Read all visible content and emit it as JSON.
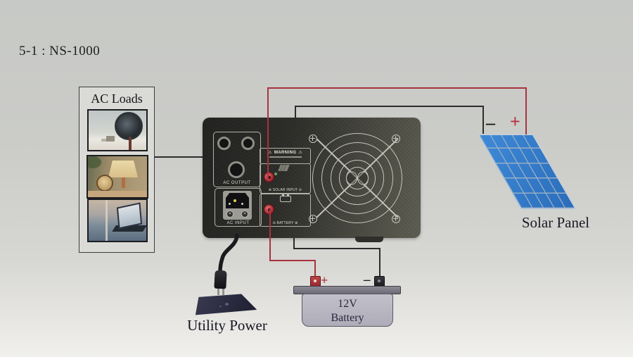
{
  "page": {
    "title": "5-1 : NS-1000"
  },
  "ac_loads": {
    "title": "AC Loads",
    "photos": [
      {
        "name": "electric-fan"
      },
      {
        "name": "table-lamp"
      },
      {
        "name": "laptop"
      }
    ]
  },
  "inverter": {
    "model": "NS-1000",
    "ac_output_label": "AC OUTPUT",
    "ac_input_label": "AC INPUT",
    "warning_label": "WARNING",
    "solar_input_label": "⊕ SOLAR INPUT ⊖",
    "battery_label": "⊖ BATTERY ⊕",
    "icons": {
      "warning_icon": "⚠",
      "screw_icon": "cross-head-screw",
      "fan_grille_icon": "fan-grille",
      "battery_icon": "battery-outline",
      "solar_icon": "tilted-panel"
    }
  },
  "solar_panel": {
    "label": "Solar Panel",
    "minus": "–",
    "plus": "+"
  },
  "battery": {
    "line1": "12V",
    "line2": "Battery",
    "plus": "+",
    "minus": "–"
  },
  "utility": {
    "label": "Utility Power"
  },
  "colors": {
    "wire_red": "#a8333e",
    "wire_black": "#2c2c2e",
    "panel_blue": "#2f7ccc",
    "inverter_dark": "#2a2a27",
    "battery_body": "#b9b7c1",
    "page_background": "#cbccc8"
  }
}
